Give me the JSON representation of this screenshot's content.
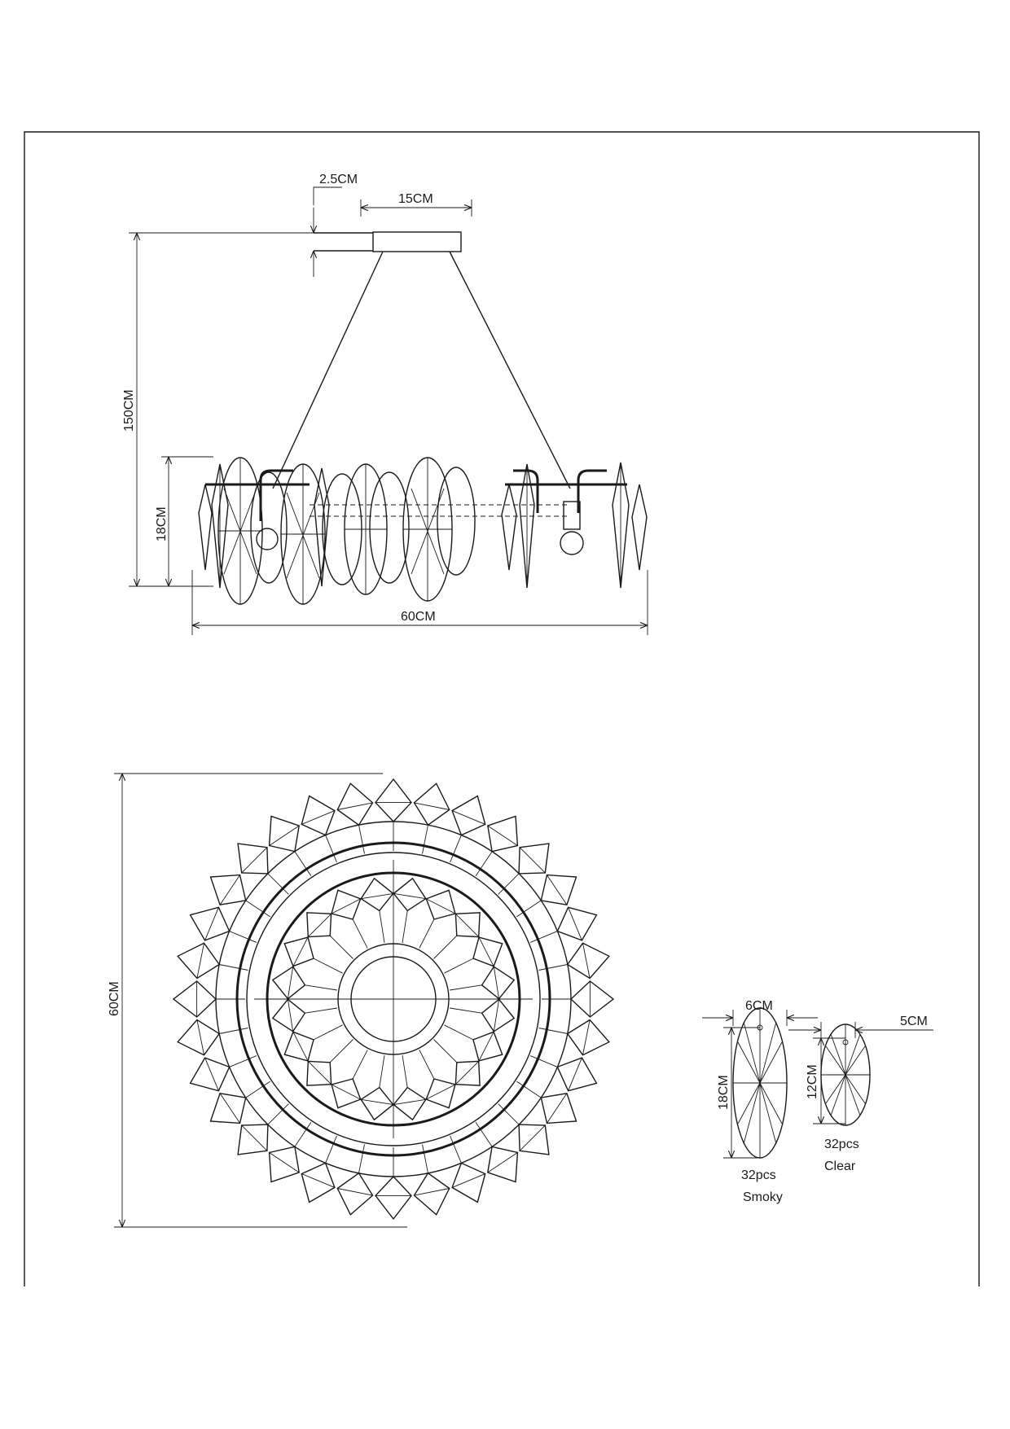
{
  "dimensions": {
    "ceiling_plate_thickness": "2.5CM",
    "ceiling_plate_width": "15CM",
    "drop_height": "150CM",
    "body_height": "18CM",
    "side_width": "60CM",
    "top_diameter": "60CM"
  },
  "crystals": {
    "smoky": {
      "width": "6CM",
      "height": "18CM",
      "qty": "32pcs",
      "color": "Smoky"
    },
    "clear": {
      "width": "5CM",
      "height": "12CM",
      "qty": "32pcs",
      "color": "Clear"
    }
  }
}
